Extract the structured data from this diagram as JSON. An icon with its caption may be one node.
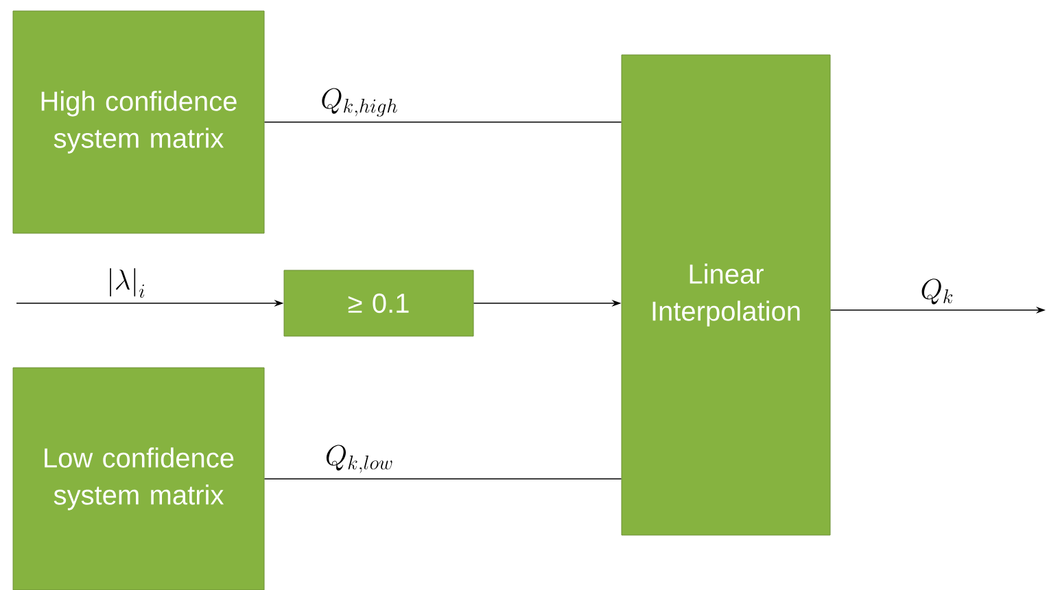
{
  "diagram": {
    "nodes": [
      {
        "text": [
          "High confidence system matrix"
        ]
      },
      {
        "text": [
          "≥ 0.1"
        ]
      },
      {
        "text": [
          "Low confidence system matrix"
        ]
      },
      {
        "text": [
          "Linear Interpolation"
        ]
      }
    ],
    "edges": [
      {
        "from": 0,
        "to": 3,
        "arrow": "none",
        "label": "Q_{k,high}"
      },
      {
        "from": null,
        "to": 1,
        "arrow": "to",
        "label": "\\left|\\lambda\\right|_{i}"
      },
      {
        "from": 1,
        "to": 3,
        "arrow": "to"
      },
      {
        "from": 2,
        "to": 3,
        "arrow": "none",
        "label": "Q_{k,low}"
      },
      {
        "from": 3,
        "to": null,
        "arrow": "to",
        "label": "Q_{k}"
      }
    ]
  }
}
